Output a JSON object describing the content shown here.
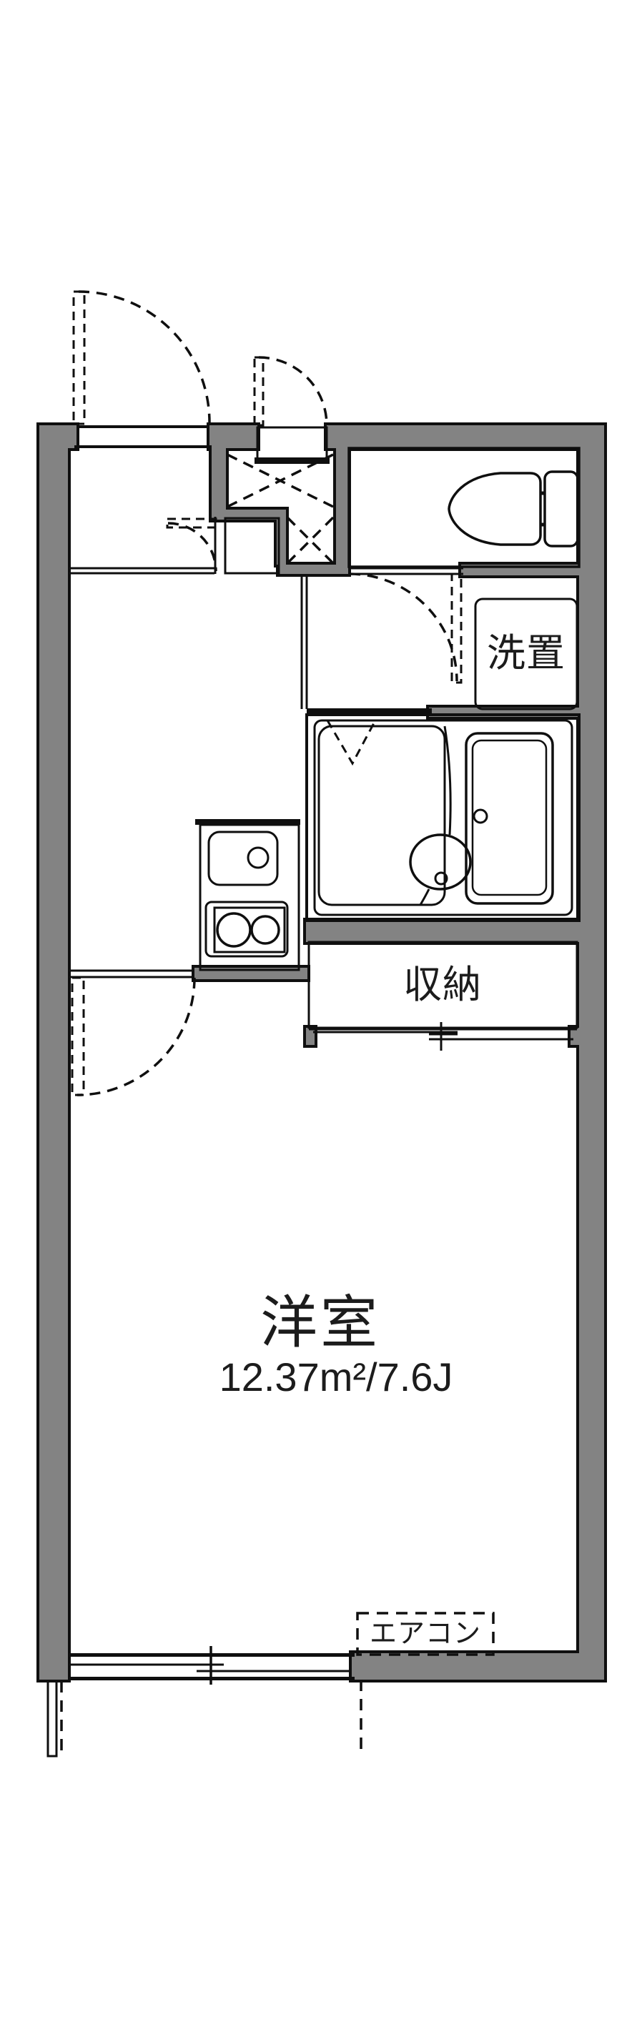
{
  "labels": {
    "washer_space": "洗置",
    "closet": "収納",
    "main_room": "洋室",
    "main_room_area": "12.37m²/7.6J",
    "air_conditioner": "エアコン"
  },
  "colors": {
    "wall": "#838383",
    "line": "#0f0f0f",
    "room-blue": "#dbe7f7",
    "fixture-blue": "#e9f1fb",
    "cream": "#fcf3de",
    "bg": "#ffffff",
    "text": "#1c1c1c"
  }
}
